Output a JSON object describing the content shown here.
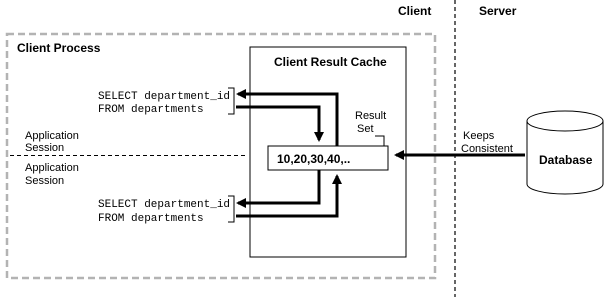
{
  "regions": {
    "client_heading": "Client",
    "server_heading": "Server"
  },
  "client_process": {
    "title": "Client Process"
  },
  "cache": {
    "title": "Client Result Cache",
    "result_set_label": [
      "Result",
      "Set"
    ],
    "values": "10,20,30,40,.."
  },
  "sessions": [
    {
      "label": [
        "Application",
        "Session"
      ],
      "query": [
        "SELECT department_id",
        "FROM departments"
      ]
    },
    {
      "label": [
        "Application",
        "Session"
      ],
      "query": [
        "SELECT department_id",
        "FROM departments"
      ]
    }
  ],
  "sync": {
    "label": [
      "Keeps",
      "Consistent"
    ]
  },
  "database": {
    "label": "Database"
  }
}
